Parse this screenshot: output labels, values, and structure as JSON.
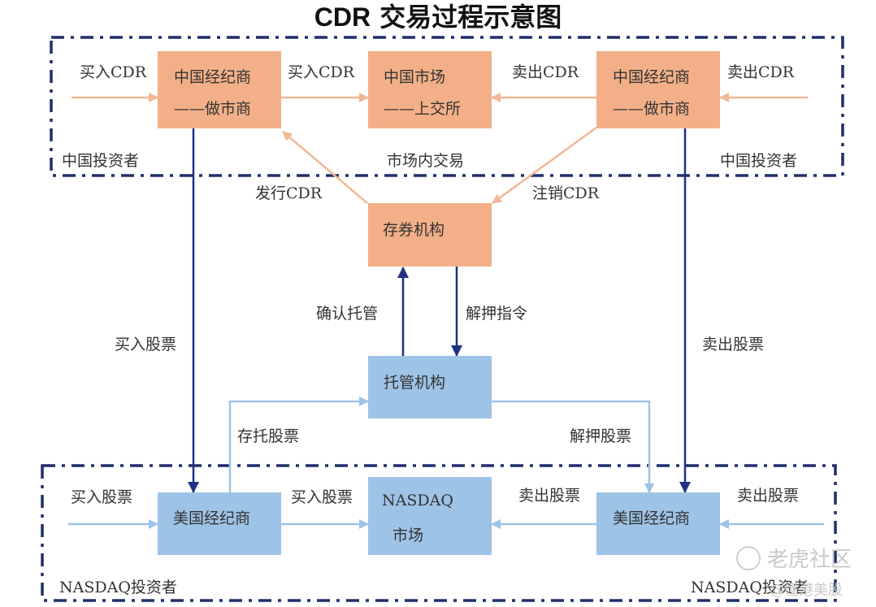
{
  "title": {
    "prefix": "CDR",
    "text": "交易过程示意图"
  },
  "colors": {
    "cdr_box": "#f3b088",
    "us_box": "#9dc3e6",
    "orange_arrow": "#f0b894",
    "blue_arrow": "#9dc3e6",
    "dark_arrow": "#1f3184",
    "region_border": "#1f2f6b"
  },
  "regions": {
    "china": {
      "label_left": "中国投资者",
      "label_right": "中国投资者",
      "center_label": "市场内交易"
    },
    "nasdaq": {
      "label_left": "NASDAQ投资者",
      "label_right": "NASDAQ投资者"
    }
  },
  "nodes": {
    "cn_broker_left": {
      "line1": "中国经纪商",
      "line2": "——做市商"
    },
    "cn_market": {
      "line1": "中国市场",
      "line2": "——上交所"
    },
    "cn_broker_right": {
      "line1": "中国经纪商",
      "line2": "——做市商"
    },
    "depositary": {
      "line1": "存券机构"
    },
    "custodian": {
      "line1": "托管机构"
    },
    "us_broker_left": {
      "line1": "美国经纪商"
    },
    "nasdaq_market": {
      "line1": "NASDAQ",
      "line2": "市场"
    },
    "us_broker_right": {
      "line1": "美国经纪商"
    }
  },
  "edges": {
    "cn_buy_in": "买入CDR",
    "cn_buy_market": "买入CDR",
    "cn_sell_market": "卖出CDR",
    "cn_sell_in": "卖出CDR",
    "issue_cdr": "发行CDR",
    "cancel_cdr": "注销CDR",
    "confirm_custody": "确认托管",
    "release_instruction": "解押指令",
    "buy_stock_down": "买入股票",
    "sell_stock_down": "卖出股票",
    "deposit_stock": "存托股票",
    "release_stock": "解押股票",
    "us_buy_in": "买入股票",
    "us_buy_market": "买入股票",
    "us_sell_market": "卖出股票",
    "us_sell_in": "卖出股票"
  },
  "watermark": {
    "line1": "老虎社区",
    "line2": "@懂港美股"
  }
}
